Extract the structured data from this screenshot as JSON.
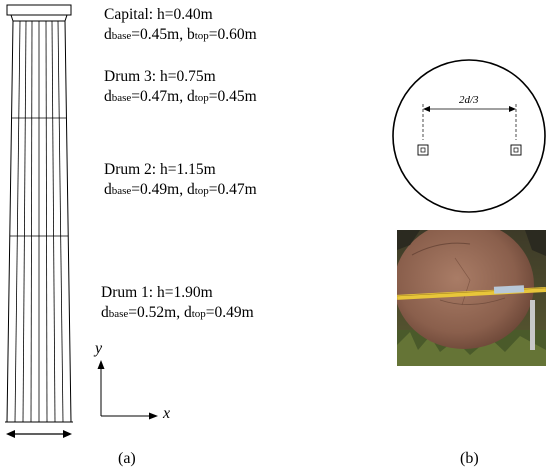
{
  "annotations": {
    "capital": {
      "title": "Capital: h=0.40m",
      "l2_a": "d",
      "l2_a_sub": "base",
      "l2_b": "=0.45m, b",
      "l2_b_sub": "top",
      "l2_c": "=0.60m"
    },
    "drum3": {
      "title": "Drum 3: h=0.75m",
      "l2_a": "d",
      "l2_a_sub": "base",
      "l2_b": "=0.47m, d",
      "l2_b_sub": "top",
      "l2_c": "=0.45m"
    },
    "drum2": {
      "title": "Drum 2: h=1.15m",
      "l2_a": "d",
      "l2_a_sub": "base",
      "l2_b": "=0.49m, d",
      "l2_b_sub": "top",
      "l2_c": "=0.47m"
    },
    "drum1": {
      "title": "Drum 1: h=1.90m",
      "l2_a": "d",
      "l2_a_sub": "base",
      "l2_b": "=0.52m, d",
      "l2_b_sub": "top",
      "l2_c": "=0.49m"
    }
  },
  "axes": {
    "y": "y",
    "x": "x"
  },
  "dimension": {
    "text": "2d/3"
  },
  "panels": {
    "a": "(a)",
    "b": "(b)"
  },
  "colors": {
    "line": "#000000",
    "stone": "#8a5f4c",
    "tape": "#e8c63a",
    "grass": "#4a5a2a"
  }
}
